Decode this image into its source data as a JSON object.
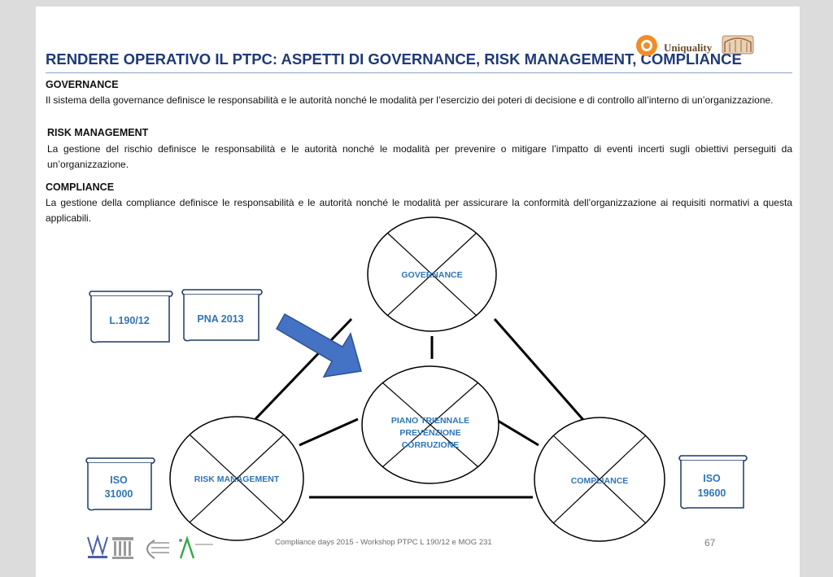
{
  "title": "RENDERE OPERATIVO IL PTPC: ASPETTI DI GOVERNANCE, RISK MANAGEMENT, COMPLIANCE",
  "brand": "Uniquality",
  "sections": [
    {
      "heading": "GOVERNANCE",
      "text": "Il sistema della governance definisce le responsabilità e le autorità  nonché le modalità per l’esercizio dei poteri di decisione e di controllo all’interno di un’organizzazione."
    },
    {
      "heading": "RISK MANAGEMENT",
      "text": "La gestione del rischio  definisce le responsabilità e le autorità nonché le modalità per prevenire o mitigare l’impatto di eventi incerti sugli obiettivi perseguiti da  un’organizzazione."
    },
    {
      "heading": "COMPLIANCE",
      "text": "La gestione della compliance definisce le responsabilità e le autorità nonché le modalità per assicurare la conformità dell’organizzazione ai requisiti normativi a questa applicabili."
    }
  ],
  "diagram": {
    "nodes": {
      "governance": "GOVERNANCE",
      "piano": [
        "PIANO TRIENNALE",
        "PREVENZIONE",
        "CORRUZIONE"
      ],
      "risk": "RISK MANAGEMENT",
      "compliance": "COMPLIANCE"
    },
    "scrolls": {
      "l190": "L.190/12",
      "pna": "PNA 2013",
      "iso31000": [
        "ISO",
        "31000"
      ],
      "iso19600": [
        "ISO",
        "19600"
      ]
    },
    "colors": {
      "label": "#2e75b6",
      "arrow": "#4472c4",
      "scroll_border": "#1f3864"
    }
  },
  "footer": "Compliance days 2015 - Workshop PTPC L 190/12 e MOG 231",
  "page_number": "67"
}
